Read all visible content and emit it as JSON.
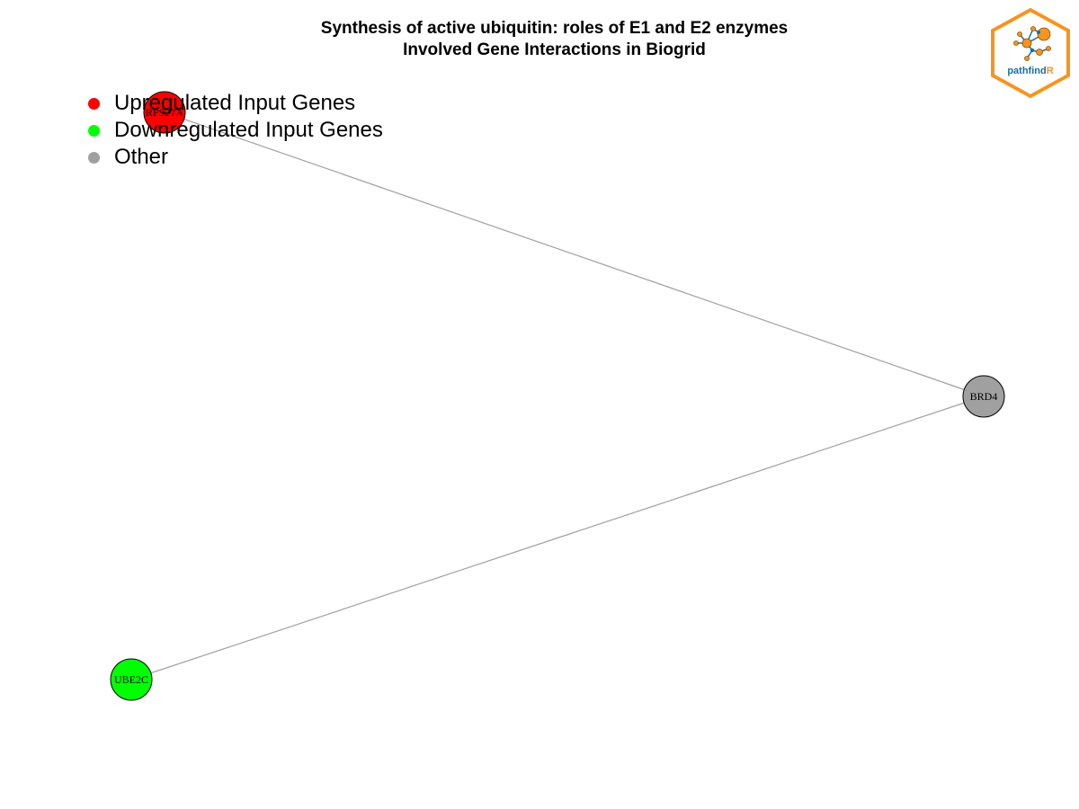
{
  "title": {
    "line1": "Synthesis of active ubiquitin: roles of E1 and E2 enzymes",
    "line2": "Involved Gene Interactions in Biogrid"
  },
  "legend": [
    {
      "label": "Upregulated Input Genes",
      "color": "#ff0000"
    },
    {
      "label": "Downregulated Input Genes",
      "color": "#00ff00"
    },
    {
      "label": "Other",
      "color": "#a0a0a0"
    }
  ],
  "network": {
    "nodes": [
      {
        "id": "RPS27A",
        "label": "RPS27A",
        "color": "#ff0000"
      },
      {
        "id": "BRD4",
        "label": "BRD4",
        "color": "#a0a0a0"
      },
      {
        "id": "UBE2C",
        "label": "UBE2C",
        "color": "#00ff00"
      }
    ],
    "edges": [
      {
        "source": "RPS27A",
        "target": "BRD4"
      },
      {
        "source": "UBE2C",
        "target": "BRD4"
      }
    ],
    "edge_color": "#a0a0a0"
  },
  "logo": {
    "text": "pathfind",
    "accent_text": "R",
    "border_color": "#f7941d",
    "text_color": "#1a6e9e"
  }
}
